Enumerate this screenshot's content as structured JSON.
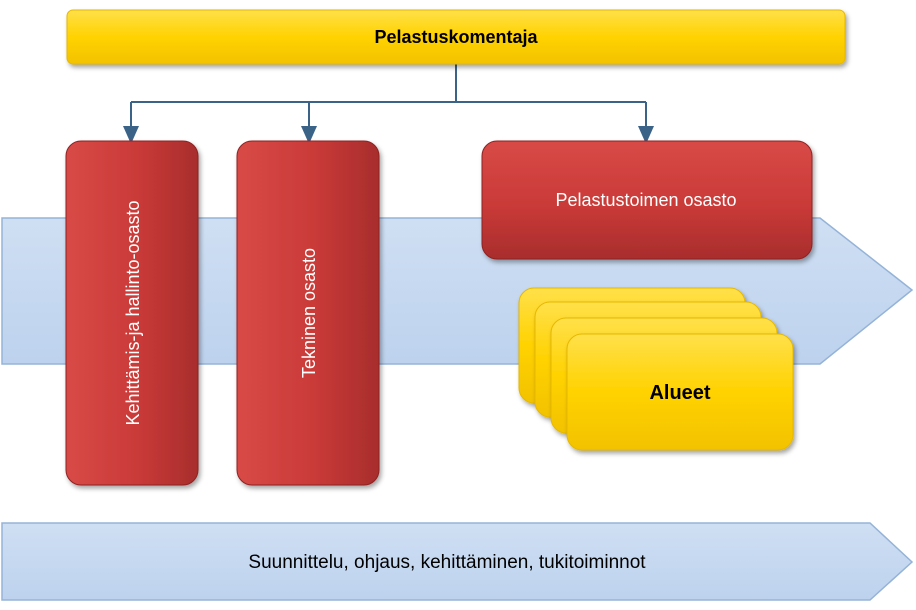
{
  "diagram": {
    "top_box": {
      "label": "Pelastuskomentaja"
    },
    "departments": [
      {
        "label": "Kehittämis-ja hallinto-osasto"
      },
      {
        "label": "Tekninen osasto"
      },
      {
        "label": "Pelastustoimen osasto"
      }
    ],
    "regions_box": {
      "label": "Alueet"
    },
    "bottom_arrow": {
      "label": "Suunnittelu, ohjaus, kehittäminen, tukitoiminnot"
    }
  },
  "colors": {
    "yellow": "#FFD200",
    "red": "#C93A38",
    "blue_arrow": "#C6D9F1",
    "connector": "#3B6388"
  }
}
